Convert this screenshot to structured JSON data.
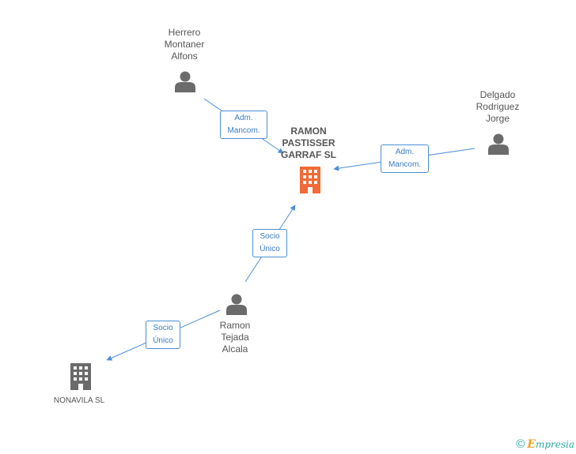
{
  "nodes": {
    "herrero": {
      "lines": [
        "Herrero",
        "Montaner",
        "Alfons"
      ]
    },
    "delgado": {
      "lines": [
        "Delgado",
        "Rodriguez",
        "Jorge"
      ]
    },
    "ramon_pastisser": {
      "lines": [
        "RAMON",
        "PASTISSER",
        "GARRAF SL"
      ]
    },
    "ramon_tejada": {
      "lines": [
        "Ramon",
        "Tejada",
        "Alcala"
      ]
    },
    "nonavila": {
      "lines": [
        "NONAVILA SL"
      ]
    }
  },
  "edges": {
    "herrero_to_company": {
      "lines": [
        "Adm.",
        "Mancom."
      ]
    },
    "delgado_to_company": {
      "lines": [
        "Adm.",
        "Mancom."
      ]
    },
    "tejada_to_company": {
      "lines": [
        "Socio",
        "Único"
      ]
    },
    "tejada_to_nonavila": {
      "lines": [
        "Socio",
        "Único"
      ]
    }
  },
  "colors": {
    "edge": "#4a8fd6",
    "person_icon": "#6b6b6b",
    "company_highlight": "#f26a35",
    "company_other": "#6b6b6b"
  },
  "icons": {
    "person": "person-icon",
    "company": "building-icon",
    "copyright": "copyright-icon"
  },
  "brand": {
    "copyright": "©",
    "e": "E",
    "rest": "mpresia"
  }
}
